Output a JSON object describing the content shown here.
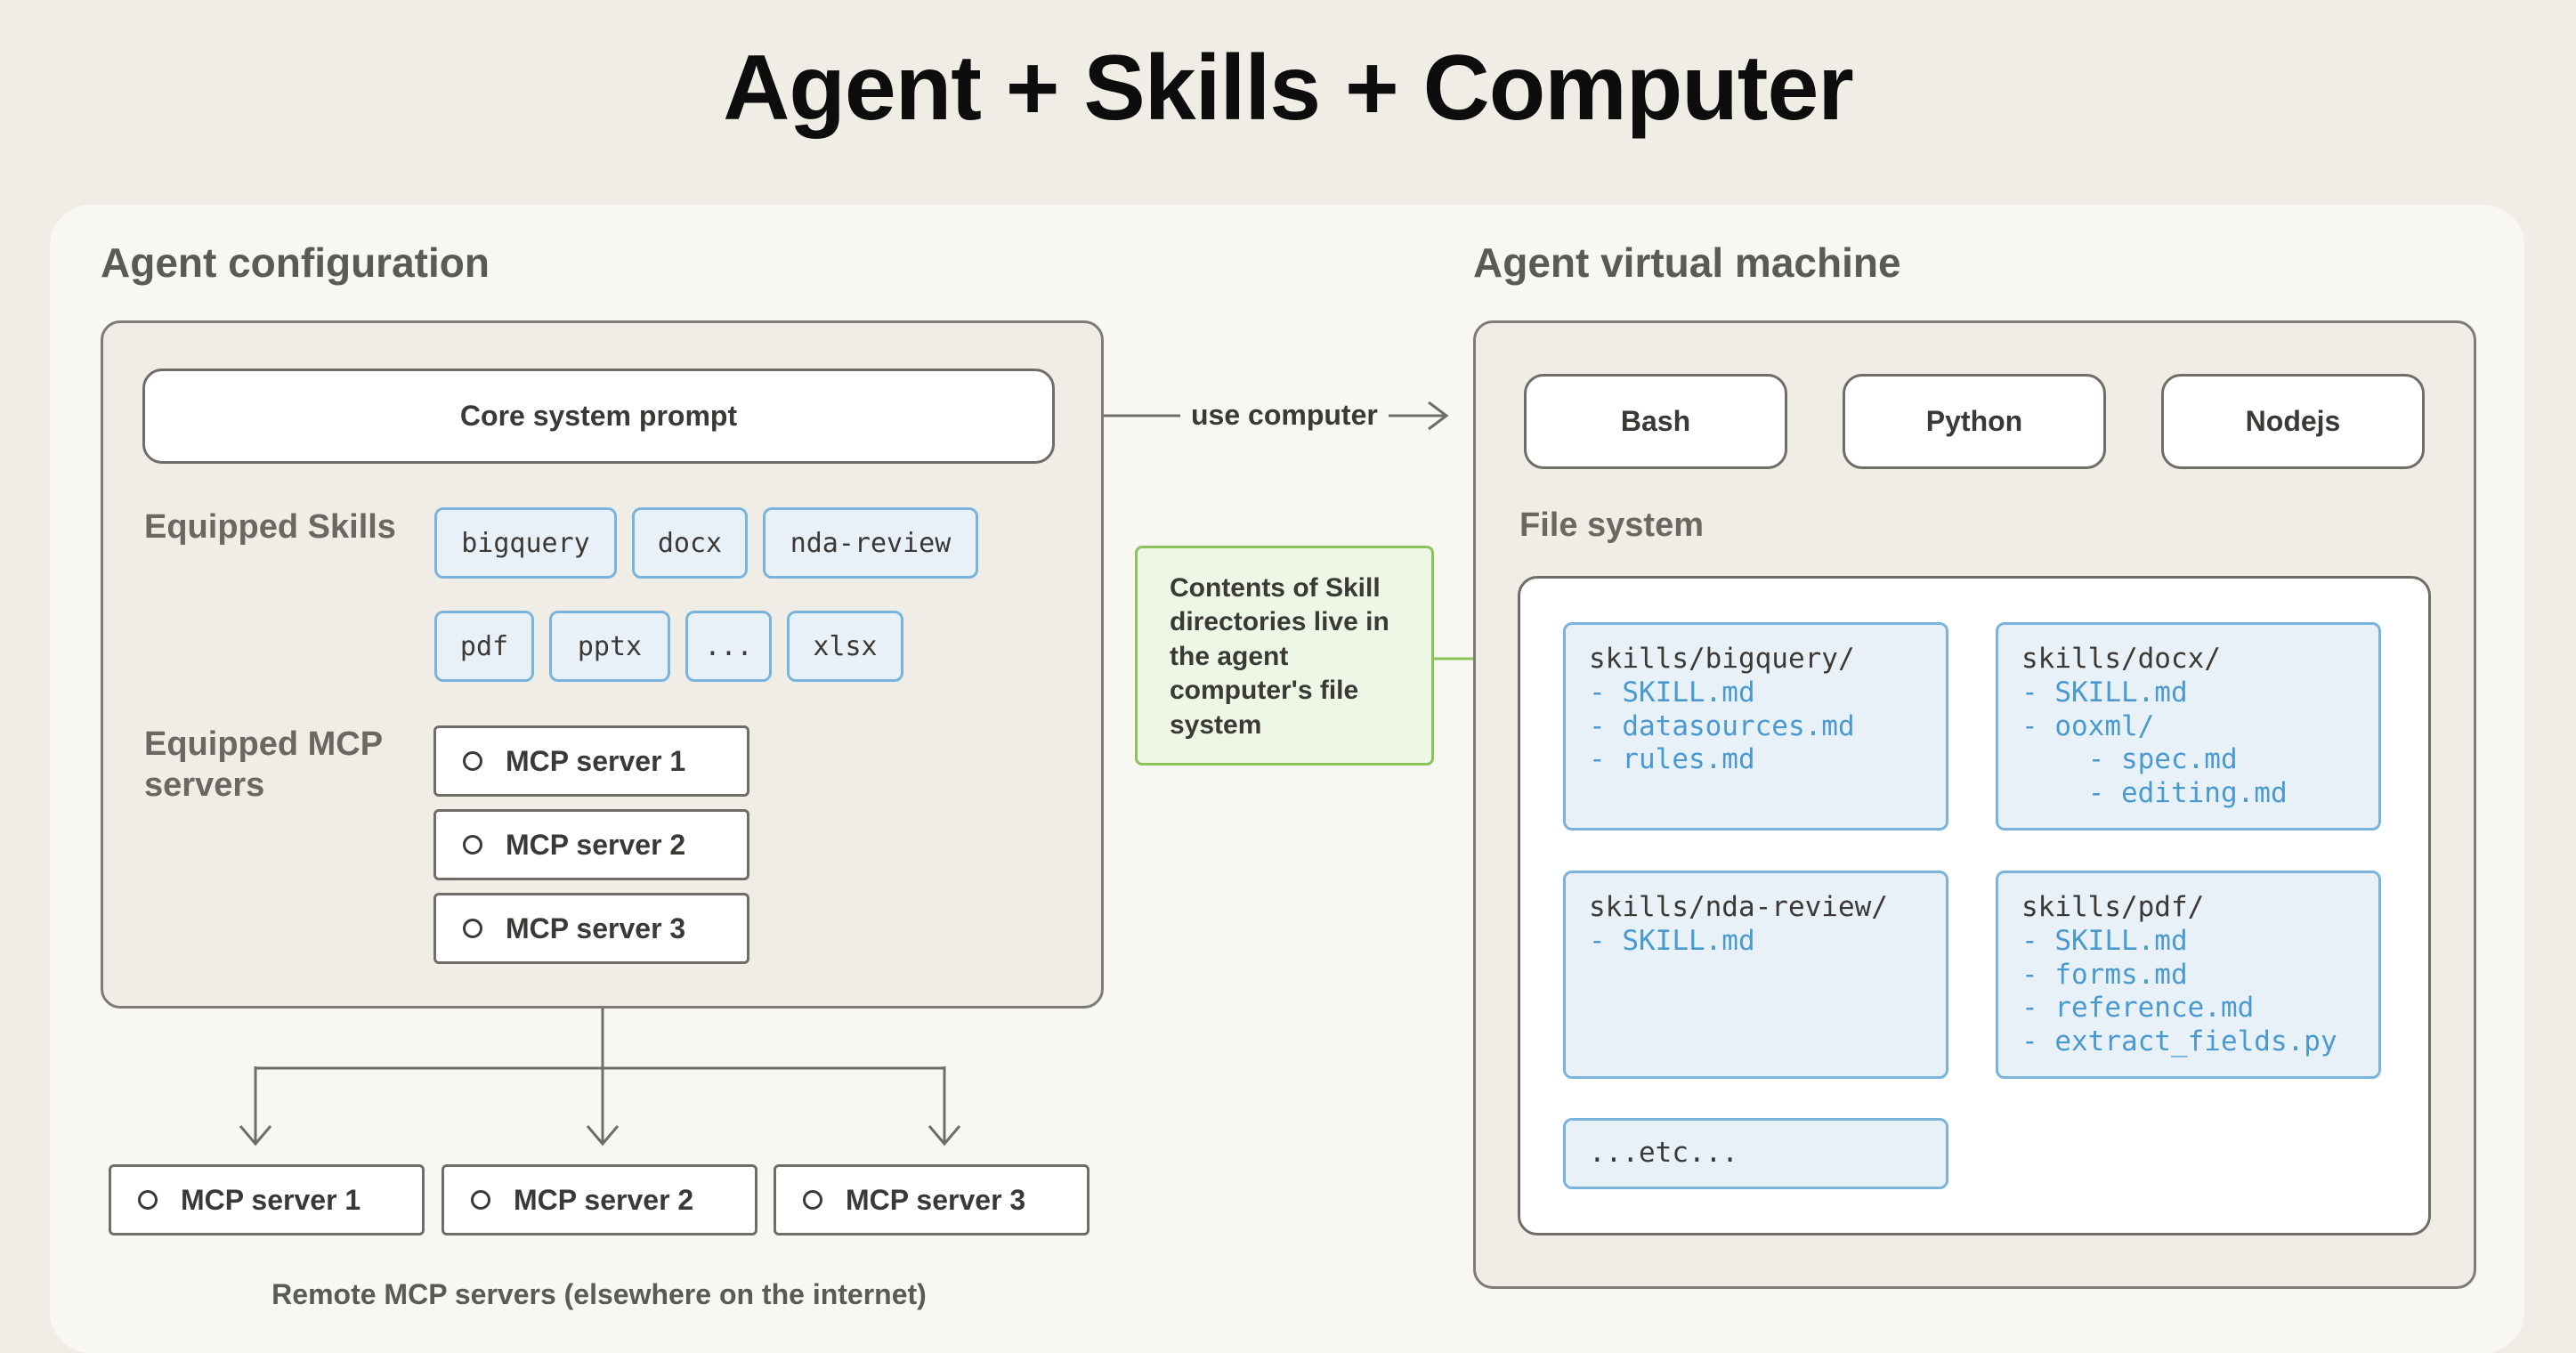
{
  "title": "Agent + Skills + Computer",
  "config": {
    "heading": "Agent configuration",
    "core_prompt": "Core system prompt",
    "skills_label": "Equipped Skills",
    "skills": [
      "bigquery",
      "docx",
      "nda-review",
      "pdf",
      "pptx",
      "...",
      "xlsx"
    ],
    "mcp_label": "Equipped MCP servers",
    "mcp_servers": [
      "MCP server 1",
      "MCP server 2",
      "MCP server 3"
    ]
  },
  "arrow_label": "use computer",
  "note": "Contents of Skill directories live in the agent computer's file system",
  "vm": {
    "heading": "Agent virtual machine",
    "runtimes": [
      "Bash",
      "Python",
      "Nodejs"
    ],
    "fs_label": "File system",
    "cards": [
      {
        "dir": "skills/bigquery/",
        "files": [
          "- SKILL.md",
          "- datasources.md",
          "- rules.md"
        ]
      },
      {
        "dir": "skills/docx/",
        "files": [
          "- SKILL.md",
          "- ooxml/",
          "    - spec.md",
          "    - editing.md"
        ]
      },
      {
        "dir": "skills/nda-review/",
        "files": [
          "- SKILL.md"
        ]
      },
      {
        "dir": "skills/pdf/",
        "files": [
          "- SKILL.md",
          "- forms.md",
          "- reference.md",
          "- extract_fields.py"
        ]
      }
    ],
    "etc": "...etc..."
  },
  "remote": {
    "servers": [
      "MCP server 1",
      "MCP server 2",
      "MCP server 3"
    ],
    "label": "Remote MCP servers (elsewhere on the internet)"
  }
}
